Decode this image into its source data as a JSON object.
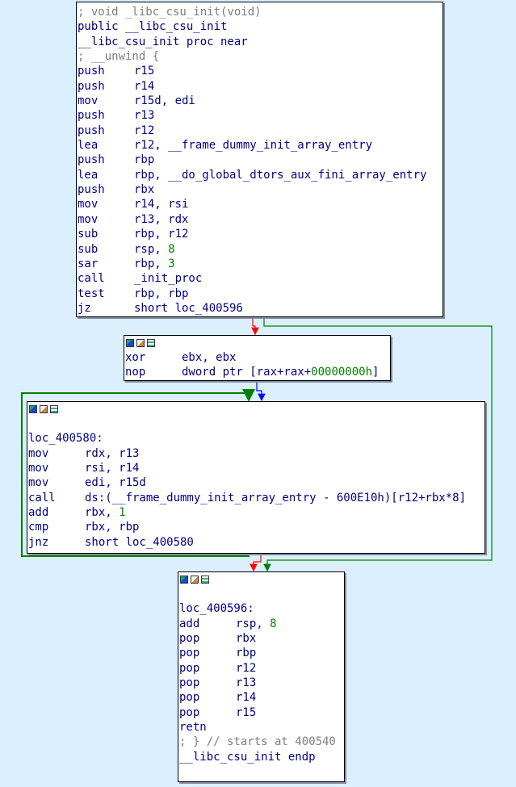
{
  "block1": {
    "lines": [
      {
        "type": "comment",
        "text": "; void _libc_csu_init(void)"
      },
      {
        "type": "header",
        "text": "public __libc_csu_init"
      },
      {
        "type": "header",
        "text": "__libc_csu_init proc near"
      },
      {
        "type": "comment",
        "text": "; __unwind {"
      },
      {
        "type": "ins",
        "mn": "push",
        "op": "r15"
      },
      {
        "type": "ins",
        "mn": "push",
        "op": "r14"
      },
      {
        "type": "ins",
        "mn": "mov",
        "op": "r15d, edi"
      },
      {
        "type": "ins",
        "mn": "push",
        "op": "r13"
      },
      {
        "type": "ins",
        "mn": "push",
        "op": "r12"
      },
      {
        "type": "ins",
        "mn": "lea",
        "op": "r12, __frame_dummy_init_array_entry"
      },
      {
        "type": "ins",
        "mn": "push",
        "op": "rbp"
      },
      {
        "type": "ins",
        "mn": "lea",
        "op": "rbp, __do_global_dtors_aux_fini_array_entry"
      },
      {
        "type": "ins",
        "mn": "push",
        "op": "rbx"
      },
      {
        "type": "ins",
        "mn": "mov",
        "op": "r14, rsi"
      },
      {
        "type": "ins",
        "mn": "mov",
        "op": "r13, rdx"
      },
      {
        "type": "ins",
        "mn": "sub",
        "op": "rbp, r12"
      },
      {
        "type": "ins",
        "mn": "sub",
        "op": "rsp, ",
        "num": "8"
      },
      {
        "type": "ins",
        "mn": "sar",
        "op": "rbp, ",
        "num": "3"
      },
      {
        "type": "ins",
        "mn": "call",
        "op": "_init_proc"
      },
      {
        "type": "ins",
        "mn": "test",
        "op": "rbp, rbp"
      },
      {
        "type": "ins",
        "mn": "jz",
        "op": "short loc_400596"
      }
    ]
  },
  "block2": {
    "lines": [
      {
        "type": "ins",
        "mn": "xor",
        "op": "ebx, ebx"
      },
      {
        "type": "ins",
        "mn": "nop",
        "op": "dword ptr [rax+rax+",
        "num": "00000000h",
        "post": "]"
      }
    ]
  },
  "block3": {
    "lines": [
      {
        "type": "blank",
        "text": ""
      },
      {
        "type": "label",
        "text": "loc_400580:"
      },
      {
        "type": "ins",
        "mn": "mov",
        "op": "rdx, r13"
      },
      {
        "type": "ins",
        "mn": "mov",
        "op": "rsi, r14"
      },
      {
        "type": "ins",
        "mn": "mov",
        "op": "edi, r15d"
      },
      {
        "type": "ins",
        "mn": "call",
        "op": "ds:(__frame_dummy_init_array_entry - 600E10h)[r12+rbx*8]"
      },
      {
        "type": "ins",
        "mn": "add",
        "op": "rbx, ",
        "num": "1"
      },
      {
        "type": "ins",
        "mn": "cmp",
        "op": "rbx, rbp"
      },
      {
        "type": "ins",
        "mn": "jnz",
        "op": "short loc_400580"
      }
    ]
  },
  "block4": {
    "lines": [
      {
        "type": "blank",
        "text": ""
      },
      {
        "type": "label",
        "text": "loc_400596:"
      },
      {
        "type": "ins",
        "mn": "add",
        "op": "rsp, ",
        "num": "8"
      },
      {
        "type": "ins",
        "mn": "pop",
        "op": "rbx"
      },
      {
        "type": "ins",
        "mn": "pop",
        "op": "rbp"
      },
      {
        "type": "ins",
        "mn": "pop",
        "op": "r12"
      },
      {
        "type": "ins",
        "mn": "pop",
        "op": "r13"
      },
      {
        "type": "ins",
        "mn": "pop",
        "op": "r14"
      },
      {
        "type": "ins",
        "mn": "pop",
        "op": "r15"
      },
      {
        "type": "ins",
        "mn": "retn",
        "op": ""
      },
      {
        "type": "comment",
        "text": "; } // starts at 400540"
      },
      {
        "type": "header",
        "text": "__libc_csu_init endp"
      }
    ]
  },
  "colors": {
    "background": "#dcefff",
    "mnemonic": "#000080",
    "number": "#008000",
    "comment": "#7d7d7d",
    "edge_true": "#008000",
    "edge_false": "#ff0000",
    "edge_uncond": "#0000ff"
  }
}
